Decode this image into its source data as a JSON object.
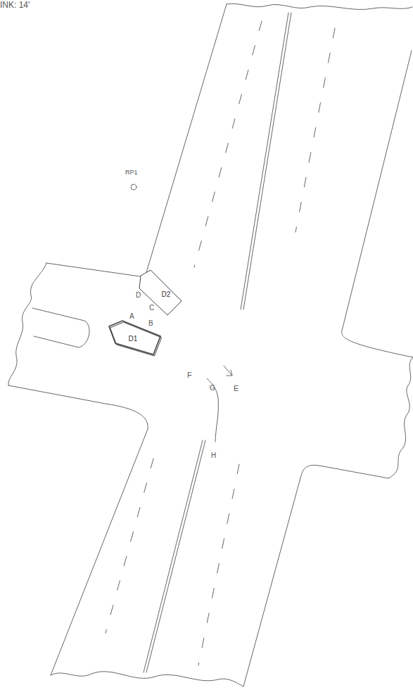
{
  "diagram": {
    "nodes": [
      {
        "text": [
          "D2"
        ]
      },
      {
        "text": [
          "D1"
        ]
      }
    ],
    "labels": [
      "INK: 14'",
      "RP1",
      "D",
      "C",
      "A",
      "B",
      "F",
      "G",
      "E",
      "H"
    ]
  }
}
